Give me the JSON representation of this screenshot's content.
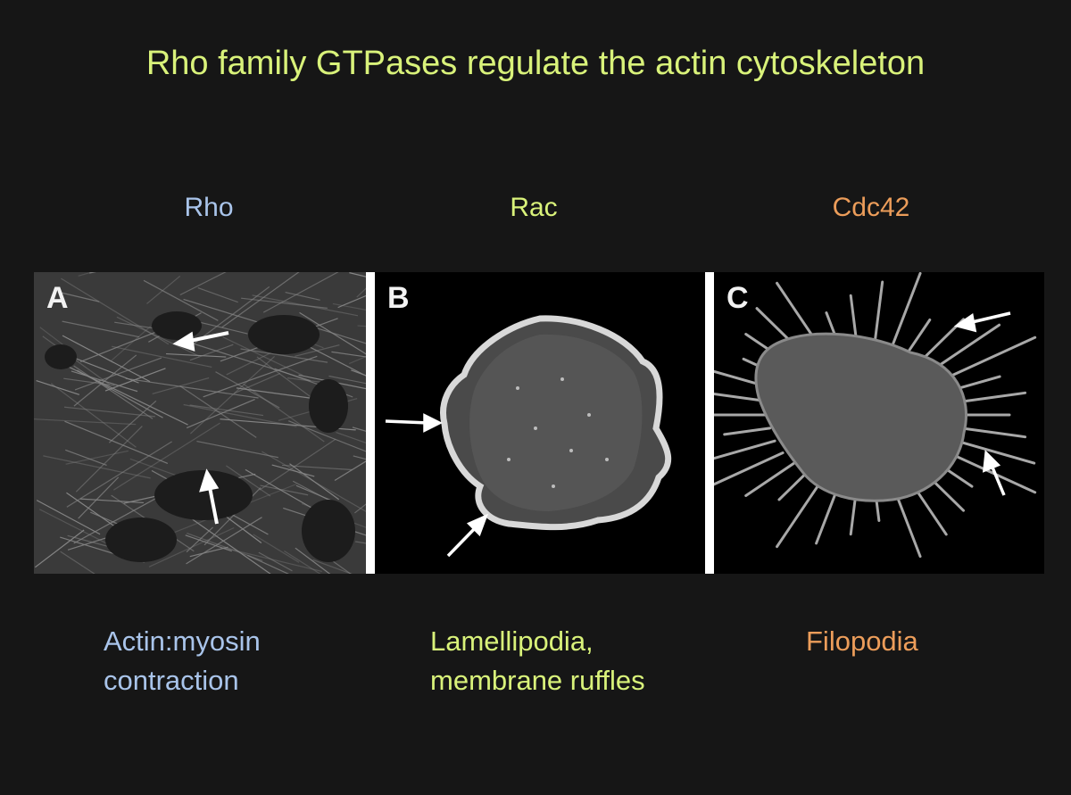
{
  "title": "Rho family GTPases regulate the actin cytoskeleton",
  "colors": {
    "rho": "#a9c4ea",
    "rac": "#d9f27a",
    "cdc42": "#ec9d5a",
    "background": "#161616"
  },
  "columns": [
    {
      "heading": "Rho",
      "letter": "A",
      "caption_line1": "Actin:myosin",
      "caption_line2": "contraction"
    },
    {
      "heading": "Rac",
      "letter": "B",
      "caption_line1": "Lamellipodia,",
      "caption_line2": "membrane ruffles"
    },
    {
      "heading": "Cdc42",
      "letter": "C",
      "caption_line1": "Filopodia",
      "caption_line2": ""
    }
  ]
}
